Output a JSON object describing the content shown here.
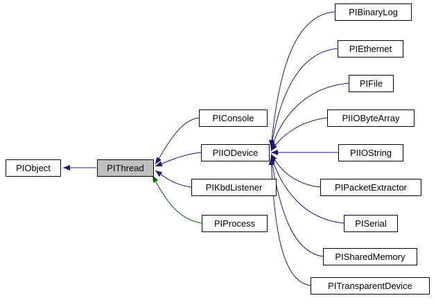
{
  "diagram": {
    "kind": "class-inheritance-graph",
    "focus_class": "PIThread"
  },
  "nodes": {
    "piobject": {
      "label": "PIObject"
    },
    "pithread": {
      "label": "PIThread"
    },
    "piconsole": {
      "label": "PIConsole"
    },
    "piiodevice": {
      "label": "PIIODevice"
    },
    "pikbdlistener": {
      "label": "PIKbdListener"
    },
    "piprocess": {
      "label": "PIProcess"
    },
    "pibinarylog": {
      "label": "PIBinaryLog"
    },
    "piethernet": {
      "label": "PIEthernet"
    },
    "pifile": {
      "label": "PIFile"
    },
    "piiobytearray": {
      "label": "PIIOByteArray"
    },
    "piiostring": {
      "label": "PIIOString"
    },
    "pipacketextractor": {
      "label": "PIPacketExtractor"
    },
    "piserial": {
      "label": "PISerial"
    },
    "pisharedmemory": {
      "label": "PISharedMemory"
    },
    "pitransparentdevice": {
      "label": "PITransparentDevice"
    }
  },
  "edges": [
    {
      "from": "PIThread",
      "to": "PIObject",
      "type": "public"
    },
    {
      "from": "PIConsole",
      "to": "PIThread",
      "type": "public"
    },
    {
      "from": "PIIODevice",
      "to": "PIThread",
      "type": "public"
    },
    {
      "from": "PIKbdListener",
      "to": "PIThread",
      "type": "public"
    },
    {
      "from": "PIProcess",
      "to": "PIThread",
      "type": "protected"
    },
    {
      "from": "PIBinaryLog",
      "to": "PIIODevice",
      "type": "public"
    },
    {
      "from": "PIEthernet",
      "to": "PIIODevice",
      "type": "public"
    },
    {
      "from": "PIFile",
      "to": "PIIODevice",
      "type": "public"
    },
    {
      "from": "PIIOByteArray",
      "to": "PIIODevice",
      "type": "public"
    },
    {
      "from": "PIIOString",
      "to": "PIIODevice",
      "type": "public"
    },
    {
      "from": "PIPacketExtractor",
      "to": "PIIODevice",
      "type": "public"
    },
    {
      "from": "PISerial",
      "to": "PIIODevice",
      "type": "public"
    },
    {
      "from": "PISharedMemory",
      "to": "PIIODevice",
      "type": "public"
    },
    {
      "from": "PITransparentDevice",
      "to": "PIIODevice",
      "type": "public"
    }
  ],
  "colors": {
    "public_inheritance": "#191970",
    "protected_inheritance": "#006400",
    "focus_fill": "#bfbfbf",
    "node_border": "#000000",
    "background": "#ffffff"
  }
}
